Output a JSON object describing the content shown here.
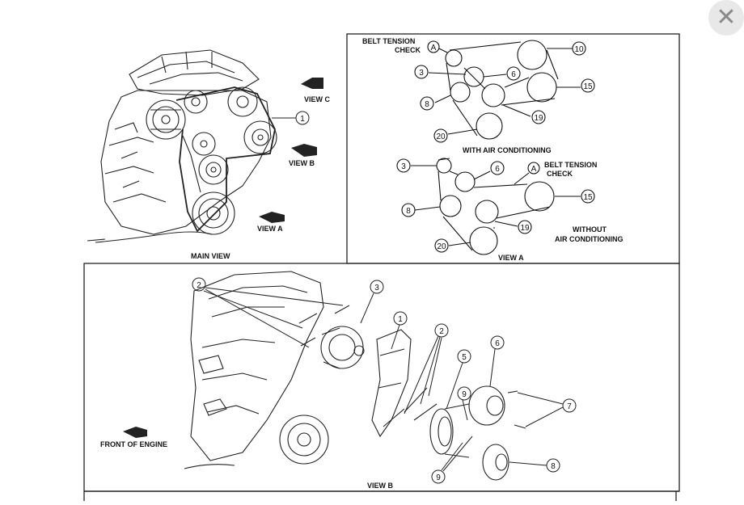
{
  "close_icon": "close-icon",
  "main_view": {
    "caption": "MAIN VIEW",
    "view_c": "VIEW C",
    "view_b": "VIEW B",
    "view_a": "VIEW A",
    "callout_1": "1"
  },
  "view_a": {
    "caption": "VIEW A",
    "with_ac": {
      "title": "WITH AIR CONDITIONING",
      "tension_line1": "BELT TENSION",
      "tension_line2": "CHECK",
      "point": "A",
      "callouts": [
        "3",
        "6",
        "8",
        "10",
        "15",
        "19",
        "20"
      ]
    },
    "without_ac": {
      "title_line1": "WITHOUT",
      "title_line2": "AIR CONDITIONING",
      "tension_line1": "BELT TENSION",
      "tension_line2": "CHECK",
      "point": "A",
      "callouts": [
        "3",
        "6",
        "8",
        "15",
        "19",
        "20"
      ]
    }
  },
  "view_b": {
    "caption": "VIEW B",
    "front_of_engine": "FRONT OF ENGINE",
    "callouts": [
      "2",
      "3",
      "1",
      "2",
      "5",
      "6",
      "9",
      "7",
      "8",
      "9"
    ]
  }
}
